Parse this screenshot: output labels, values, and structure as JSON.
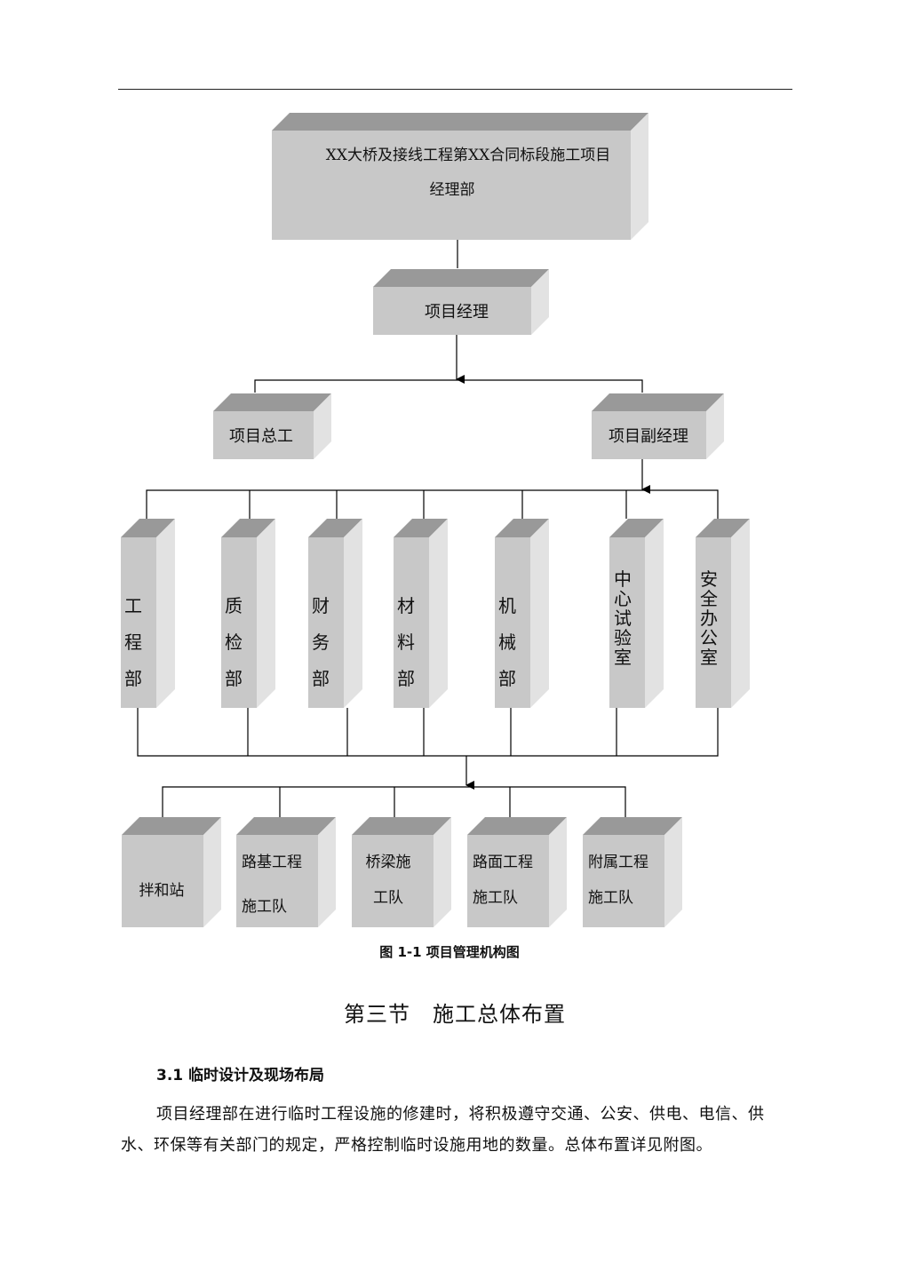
{
  "org_chart": {
    "top": {
      "lines": [
        "XX大桥及接线工程第XX合同标段施工项目",
        "经理部"
      ]
    },
    "manager": "项目经理",
    "chief_engineer": "项目总工",
    "deputy_manager": "项目副经理",
    "departments": [
      "工程部",
      "质检部",
      "财务部",
      "材料部",
      "机械部",
      "中心试验室",
      "安全办公室"
    ],
    "teams": [
      {
        "lines": [
          "拌和站"
        ]
      },
      {
        "lines": [
          "路基工程",
          "施工队"
        ]
      },
      {
        "lines": [
          "桥梁施",
          "工队"
        ]
      },
      {
        "lines": [
          "路面工程",
          "施工队"
        ]
      },
      {
        "lines": [
          "附属工程",
          "施工队"
        ]
      }
    ],
    "colors": {
      "front": "#c8c8c8",
      "top": "#999999",
      "side": "#e2e2e2",
      "line": "#000000"
    }
  },
  "caption": "图 1-1 项目管理机构图",
  "section_title": "第三节　施工总体布置",
  "subsection_title": "3.1  临时设计及现场布局",
  "paragraph": "项目经理部在进行临时工程设施的修建时，将积极遵守交通、公安、供电、电信、供水、环保等有关部门的规定，严格控制临时设施用地的数量。总体布置详见附图。"
}
